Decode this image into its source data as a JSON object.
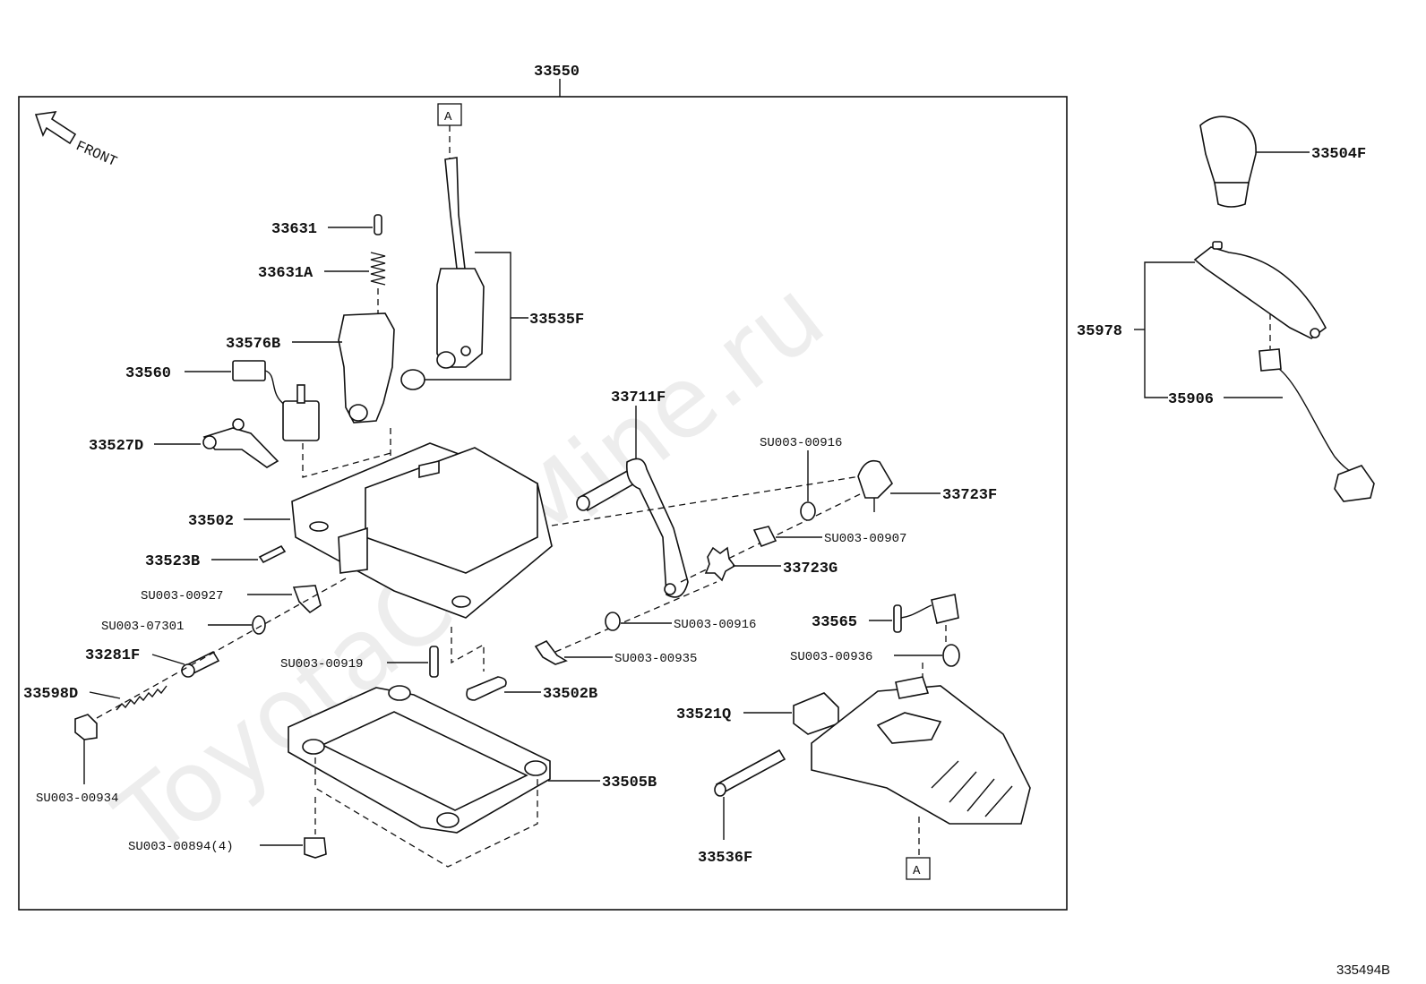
{
  "diagram_code": "335494B",
  "assembly": "33550",
  "watermark": "ToyotaCarMine.ru",
  "front_label": "FRONT",
  "ref_marker": "A",
  "parts": {
    "p33631": "33631",
    "p33631A": "33631A",
    "p33576B": "33576B",
    "p33560": "33560",
    "p33527D": "33527D",
    "p33535F": "33535F",
    "p33711F": "33711F",
    "p33502": "33502",
    "p33523B": "33523B",
    "su00927": "SU003-00927",
    "su07301": "SU003-07301",
    "p33281F": "33281F",
    "p33598D": "33598D",
    "su00934": "SU003-00934",
    "su00919": "SU003-00919",
    "p33502B": "33502B",
    "p33505B": "33505B",
    "su00894": "SU003-00894(4)",
    "su00916a": "SU003-00916",
    "p33723F": "33723F",
    "su00907": "SU003-00907",
    "p33723G": "33723G",
    "su00916b": "SU003-00916",
    "su00935": "SU003-00935",
    "p33565": "33565",
    "su00936": "SU003-00936",
    "p33521Q": "33521Q",
    "p33536F": "33536F",
    "p33504F": "33504F",
    "p35978": "35978",
    "p35906": "35906"
  }
}
